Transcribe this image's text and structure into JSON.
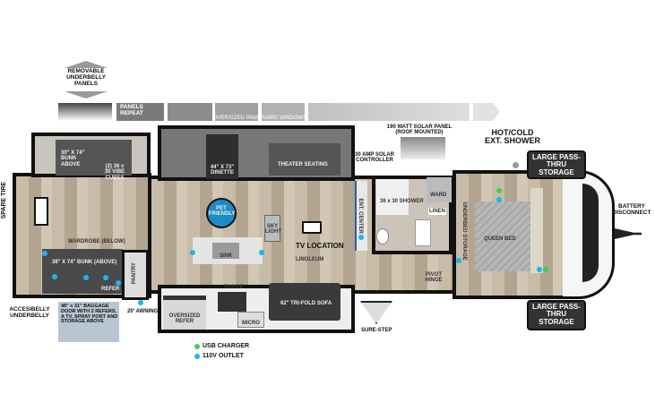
{
  "labels": {
    "removable_panels": "REMOVABLE UNDERBELLY PANELS",
    "panels_repeat": "PANELS REPEAT",
    "windows": "OVERSIZED PANORAMIC WINDOWS",
    "solar_panel": "190 WATT SOLAR PANEL (ROOF MOUNTED)",
    "solar_controller": "30 AMP SOLAR CONTROLLER",
    "ext_shower": "HOT/COLD EXT. SHOWER",
    "pass_thru_top": "LARGE PASS-THRU STORAGE",
    "pass_thru_bottom": "LARGE PASS-THRU STORAGE",
    "battery": "BATTERY DISCONNECT",
    "spare_tire": "SPARE TIRE",
    "underbelly": "ACCESIBELLY UNDERBELLY",
    "baggage": "48\" x 31\" BAGGAGE DOOR WITH 2 REFERS, A TV, SPRAY PORT AND STORAGE ABOVE",
    "awning": "20' AWNING",
    "bunk_top": "30\" X 74\" BUNK ABOVE",
    "cubes": "(2) 36 x 30 VIBE CUBES",
    "wardrobe": "WARDROBE (BELOW)",
    "bunk_bottom": "38\" X 74\" BUNK (ABOVE)",
    "refer_small": "REFER",
    "pantry": "PANTRY",
    "dinette": "44\" X 73\" DINETTE",
    "theater": "THEATER SEATING",
    "pet": "PET FRIENDLY",
    "sink": "SINK",
    "skylight": "SKY LIGHT",
    "tv": "TV LOCATION",
    "linoleum": "LINOLEUM",
    "ent_center": "ENT. CENTER",
    "range": "RANGE",
    "oversized_refer": "OVERSIZED REFER",
    "micro": "MICRO",
    "sofa": "62\" TRI-FOLD SOFA",
    "shower": "36 x 30 SHOWER",
    "ward": "WARD",
    "linen": "LINEN",
    "underbed": "UNDERBED STORAGE",
    "pivot": "PIVOT HINGE",
    "queen": "QUEEN BED",
    "sure_step": "SURE-STEP"
  },
  "legend": [
    {
      "label": "USB CHARGER",
      "color": "#3fd14c"
    },
    {
      "label": "110V OUTLET",
      "color": "#1ab7ea"
    }
  ],
  "colors": {
    "usb": "#3fd14c",
    "outlet": "#1ab7ea",
    "wall": "#111111"
  }
}
